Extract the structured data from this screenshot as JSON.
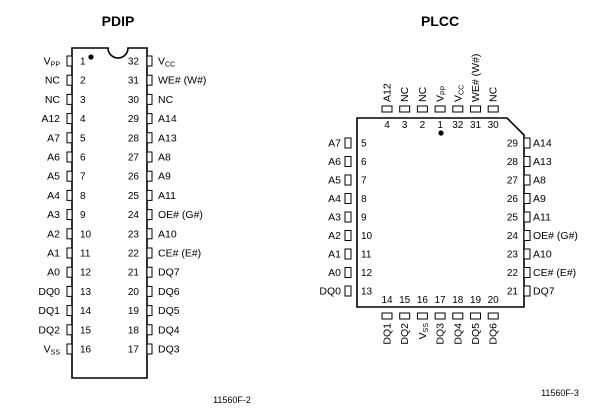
{
  "pdip": {
    "title": "PDIP",
    "figure_id": "11560F-2",
    "left": [
      {
        "num": "1",
        "label": "VPP",
        "base": "V",
        "sub": "PP"
      },
      {
        "num": "2",
        "label": "NC"
      },
      {
        "num": "3",
        "label": "NC"
      },
      {
        "num": "4",
        "label": "A12"
      },
      {
        "num": "5",
        "label": "A7"
      },
      {
        "num": "6",
        "label": "A6"
      },
      {
        "num": "7",
        "label": "A5"
      },
      {
        "num": "8",
        "label": "A4"
      },
      {
        "num": "9",
        "label": "A3"
      },
      {
        "num": "10",
        "label": "A2"
      },
      {
        "num": "11",
        "label": "A1"
      },
      {
        "num": "12",
        "label": "A0"
      },
      {
        "num": "13",
        "label": "DQ0"
      },
      {
        "num": "14",
        "label": "DQ1"
      },
      {
        "num": "15",
        "label": "DQ2"
      },
      {
        "num": "16",
        "label": "VSS",
        "base": "V",
        "sub": "SS"
      }
    ],
    "right": [
      {
        "num": "32",
        "label": "VCC",
        "base": "V",
        "sub": "CC"
      },
      {
        "num": "31",
        "label": "WE# (W#)"
      },
      {
        "num": "30",
        "label": "NC"
      },
      {
        "num": "29",
        "label": "A14"
      },
      {
        "num": "28",
        "label": "A13"
      },
      {
        "num": "27",
        "label": "A8"
      },
      {
        "num": "26",
        "label": "A9"
      },
      {
        "num": "25",
        "label": "A11"
      },
      {
        "num": "24",
        "label": "OE# (G#)"
      },
      {
        "num": "23",
        "label": "A10"
      },
      {
        "num": "22",
        "label": "CE# (E#)"
      },
      {
        "num": "21",
        "label": "DQ7"
      },
      {
        "num": "20",
        "label": "DQ6"
      },
      {
        "num": "19",
        "label": "DQ5"
      },
      {
        "num": "18",
        "label": "DQ4"
      },
      {
        "num": "17",
        "label": "DQ3"
      }
    ]
  },
  "plcc": {
    "title": "PLCC",
    "figure_id": "11560F-3",
    "top": [
      {
        "num": "4",
        "label": "A12"
      },
      {
        "num": "3",
        "label": "NC"
      },
      {
        "num": "2",
        "label": "NC"
      },
      {
        "num": "1",
        "label": "VPP",
        "base": "V",
        "sub": "PP"
      },
      {
        "num": "32",
        "label": "VCC",
        "base": "V",
        "sub": "CC"
      },
      {
        "num": "31",
        "label": "WE# (W#)"
      },
      {
        "num": "30",
        "label": "NC"
      }
    ],
    "left": [
      {
        "num": "5",
        "label": "A7"
      },
      {
        "num": "6",
        "label": "A6"
      },
      {
        "num": "7",
        "label": "A5"
      },
      {
        "num": "8",
        "label": "A4"
      },
      {
        "num": "9",
        "label": "A3"
      },
      {
        "num": "10",
        "label": "A2"
      },
      {
        "num": "11",
        "label": "A1"
      },
      {
        "num": "12",
        "label": "A0"
      },
      {
        "num": "13",
        "label": "DQ0"
      }
    ],
    "right": [
      {
        "num": "29",
        "label": "A14"
      },
      {
        "num": "28",
        "label": "A13"
      },
      {
        "num": "27",
        "label": "A8"
      },
      {
        "num": "26",
        "label": "A9"
      },
      {
        "num": "25",
        "label": "A11"
      },
      {
        "num": "24",
        "label": "OE# (G#)"
      },
      {
        "num": "23",
        "label": "A10"
      },
      {
        "num": "22",
        "label": "CE# (E#)"
      },
      {
        "num": "21",
        "label": "DQ7"
      }
    ],
    "bottom": [
      {
        "num": "14",
        "label": "DQ1"
      },
      {
        "num": "15",
        "label": "DQ2"
      },
      {
        "num": "16",
        "label": "VSS",
        "base": "V",
        "sub": "SS"
      },
      {
        "num": "17",
        "label": "DQ3"
      },
      {
        "num": "18",
        "label": "DQ4"
      },
      {
        "num": "19",
        "label": "DQ5"
      },
      {
        "num": "20",
        "label": "DQ6"
      }
    ]
  }
}
